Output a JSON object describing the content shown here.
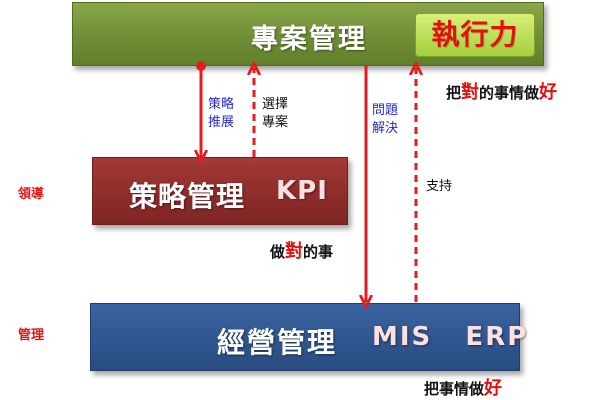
{
  "top_box": {
    "title": "專案管理",
    "badge": "執行力"
  },
  "mid_box": {
    "title": "策略管理",
    "tag": "KPI"
  },
  "bottom_box": {
    "title": "經營管理",
    "tag": "MIS   ERP"
  },
  "side_labels": {
    "lead": "領導",
    "manage": "管理"
  },
  "arrow_labels": {
    "strategy_push": [
      "策略",
      "推展"
    ],
    "select_projects": [
      "選擇",
      "專案"
    ],
    "problem_solving": [
      "問題",
      "解決"
    ],
    "support": "支持"
  },
  "phrases": {
    "do_right_things_well": {
      "before": "把",
      "em": "對",
      "middle": "的事情做",
      "end": "好"
    },
    "do_right_things": {
      "before": "做",
      "em": "對",
      "after": "的事"
    },
    "do_things_well": {
      "before": "把事情做",
      "em": "好"
    }
  },
  "colors": {
    "arrow": "#e41c1c",
    "top_box": "#6f8e35",
    "mid_box": "#8e2d2b",
    "bottom_box": "#2f568f",
    "badge_text": "#e31010"
  }
}
